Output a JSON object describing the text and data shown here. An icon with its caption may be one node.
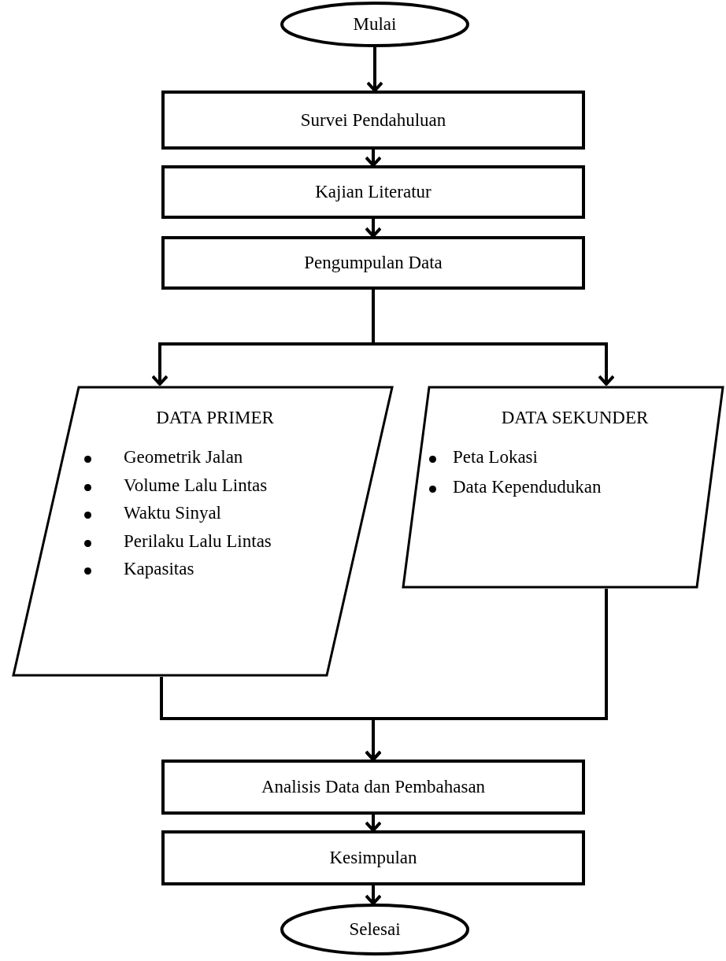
{
  "diagram": {
    "nodes": [
      {
        "text": [
          "Mulai"
        ]
      },
      {
        "text": [
          "Survei Pendahuluan"
        ]
      },
      {
        "text": [
          "Kajian Literatur"
        ]
      },
      {
        "text": [
          "Pengumpulan Data"
        ]
      },
      {
        "text": [
          "DATA PRIMER",
          "Geometrik Jalan",
          "Volume Lalu Lintas",
          "Waktu Sinyal",
          "Perilaku Lalu Lintas",
          "Kapasitas"
        ]
      },
      {
        "text": [
          "DATA SEKUNDER",
          "Peta Lokasi",
          "Data Kependudukan"
        ]
      },
      {
        "text": [
          "Analisis Data dan Pembahasan"
        ]
      },
      {
        "text": [
          "Kesimpulan"
        ]
      },
      {
        "text": [
          "Selesai"
        ]
      }
    ],
    "edges": [
      {
        "from": 0,
        "to": 1,
        "arrow": "to"
      },
      {
        "from": 1,
        "to": 2,
        "arrow": "to"
      },
      {
        "from": 2,
        "to": 3,
        "arrow": "to"
      },
      {
        "from": 3,
        "to": 4,
        "arrow": "to"
      },
      {
        "from": 3,
        "to": 5,
        "arrow": "to"
      },
      {
        "from": 4,
        "to": 6,
        "arrow": "to"
      },
      {
        "from": 5,
        "to": 6,
        "arrow": "to"
      },
      {
        "from": 6,
        "to": 7,
        "arrow": "to"
      },
      {
        "from": 7,
        "to": 8,
        "arrow": "to"
      }
    ]
  }
}
